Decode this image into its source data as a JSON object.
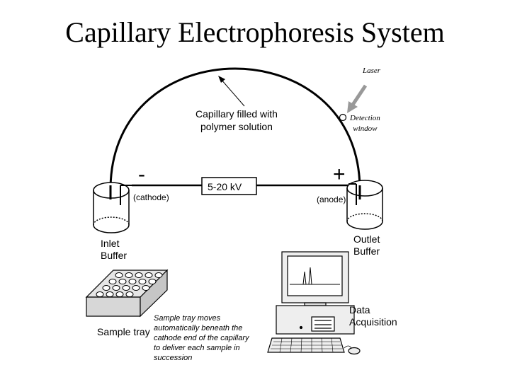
{
  "title": "Capillary Electrophoresis System",
  "labels": {
    "laser": "Laser",
    "detection_window": [
      "Detection",
      "window"
    ],
    "capillary": [
      "Capillary filled with",
      "polymer solution"
    ],
    "minus_sign": "-",
    "plus_sign": "+",
    "cathode": "(cathode)",
    "anode": "(anode)",
    "voltage": "5-20 kV",
    "inlet_buffer": [
      "Inlet",
      "Buffer"
    ],
    "outlet_buffer": [
      "Outlet",
      "Buffer"
    ],
    "sample_tray": "Sample tray",
    "sample_tray_caption": [
      "Sample tray moves",
      "automatically beneath the",
      "cathode end of the capillary",
      "to deliver each sample in",
      "succession"
    ],
    "data_acquisition": [
      "Data",
      "Acquisition"
    ]
  },
  "colors": {
    "ink": "#000000",
    "laser_arrow": "#999999",
    "screen": "#ffffff",
    "computer_body": "#eeeeee"
  },
  "icons": {
    "laser_arrow": "laser-arrow-icon",
    "computer": "computer-workstation-icon",
    "sample_tray": "well-plate-icon"
  }
}
